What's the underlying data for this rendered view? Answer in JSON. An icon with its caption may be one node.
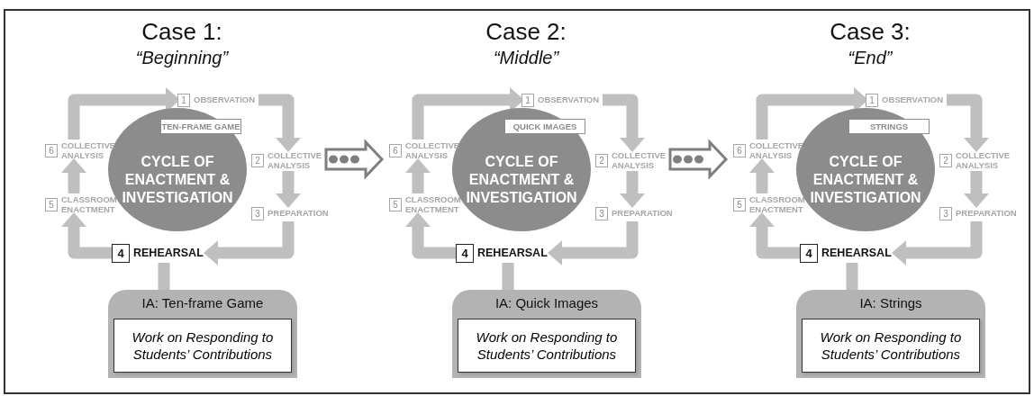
{
  "diagram": {
    "nodes": [
      {
        "text": [
          "Case 1:",
          "“Beginning”"
        ]
      },
      {
        "text": [
          "CYCLE OF ENACTMENT & INVESTIGATION"
        ],
        "in": 0
      },
      {
        "text": [
          "TEN-FRAME GAME"
        ],
        "in": 1
      },
      {
        "text": [
          "1",
          "OBSERVATION"
        ],
        "in": 0
      },
      {
        "text": [
          "2",
          "COLLECTIVE ANALYSIS"
        ],
        "in": 0
      },
      {
        "text": [
          "3",
          "PREPARATION"
        ],
        "in": 0
      },
      {
        "text": [
          "4",
          "REHEARSAL"
        ],
        "in": 0
      },
      {
        "text": [
          "5",
          "CLASSROOM ENACTMENT"
        ],
        "in": 0
      },
      {
        "text": [
          "6",
          "COLLECTIVE ANALYSIS"
        ],
        "in": 0
      },
      {
        "text": [
          "IA: Ten-frame Game"
        ],
        "in": 0
      },
      {
        "text": [
          "Work on Responding to Students’ Contributions"
        ],
        "in": 9
      },
      {
        "text": [
          "Case 2:",
          "“Middle”"
        ]
      },
      {
        "text": [
          "CYCLE OF ENACTMENT & INVESTIGATION"
        ],
        "in": 11
      },
      {
        "text": [
          "QUICK IMAGES"
        ],
        "in": 12
      },
      {
        "text": [
          "1",
          "OBSERVATION"
        ],
        "in": 11
      },
      {
        "text": [
          "2",
          "COLLECTIVE ANALYSIS"
        ],
        "in": 11
      },
      {
        "text": [
          "3",
          "PREPARATION"
        ],
        "in": 11
      },
      {
        "text": [
          "4",
          "REHEARSAL"
        ],
        "in": 11
      },
      {
        "text": [
          "5",
          "CLASSROOM ENACTMENT"
        ],
        "in": 11
      },
      {
        "text": [
          "6",
          "COLLECTIVE ANALYSIS"
        ],
        "in": 11
      },
      {
        "text": [
          "IA: Quick Images"
        ],
        "in": 11
      },
      {
        "text": [
          "Work on Responding to Students’ Contributions"
        ],
        "in": 20
      },
      {
        "text": [
          "Case 3:",
          "“End”"
        ]
      },
      {
        "text": [
          "CYCLE OF ENACTMENT & INVESTIGATION"
        ],
        "in": 22
      },
      {
        "text": [
          "STRINGS"
        ],
        "in": 23
      },
      {
        "text": [
          "1",
          "OBSERVATION"
        ],
        "in": 22
      },
      {
        "text": [
          "2",
          "COLLECTIVE ANALYSIS"
        ],
        "in": 22
      },
      {
        "text": [
          "3",
          "PREPARATION"
        ],
        "in": 22
      },
      {
        "text": [
          "4",
          "REHEARSAL"
        ],
        "in": 22
      },
      {
        "text": [
          "5",
          "CLASSROOM ENACTMENT"
        ],
        "in": 22
      },
      {
        "text": [
          "6",
          "COLLECTIVE ANALYSIS"
        ],
        "in": 22
      },
      {
        "text": [
          "IA: Strings"
        ],
        "in": 22
      },
      {
        "text": [
          "Work on Responding to Students’ Contributions"
        ],
        "in": 31
      }
    ],
    "edges": [
      {
        "from": 3,
        "to": 4,
        "arrow": "to"
      },
      {
        "from": 4,
        "to": 5,
        "arrow": "to"
      },
      {
        "from": 5,
        "to": 6,
        "arrow": "to"
      },
      {
        "from": 6,
        "to": 7,
        "arrow": "to"
      },
      {
        "from": 7,
        "to": 8,
        "arrow": "to"
      },
      {
        "from": 8,
        "to": 3,
        "arrow": "to"
      },
      {
        "from": 6,
        "to": 9,
        "arrow": "none"
      },
      {
        "from": 14,
        "to": 15,
        "arrow": "to"
      },
      {
        "from": 15,
        "to": 16,
        "arrow": "to"
      },
      {
        "from": 16,
        "to": 17,
        "arrow": "to"
      },
      {
        "from": 17,
        "to": 18,
        "arrow": "to"
      },
      {
        "from": 18,
        "to": 19,
        "arrow": "to"
      },
      {
        "from": 19,
        "to": 14,
        "arrow": "to"
      },
      {
        "from": 17,
        "to": 20,
        "arrow": "none"
      },
      {
        "from": 25,
        "to": 26,
        "arrow": "to"
      },
      {
        "from": 26,
        "to": 27,
        "arrow": "to"
      },
      {
        "from": 27,
        "to": 28,
        "arrow": "to"
      },
      {
        "from": 28,
        "to": 29,
        "arrow": "to"
      },
      {
        "from": 29,
        "to": 30,
        "arrow": "to"
      },
      {
        "from": 30,
        "to": 25,
        "arrow": "to"
      },
      {
        "from": 28,
        "to": 31,
        "arrow": "none"
      },
      {
        "from": 0,
        "to": 11,
        "arrow": "to",
        "style": "thick",
        "color": "#7f7f7f"
      },
      {
        "from": 11,
        "to": 22,
        "arrow": "to",
        "style": "thick",
        "color": "#7f7f7f"
      }
    ]
  }
}
